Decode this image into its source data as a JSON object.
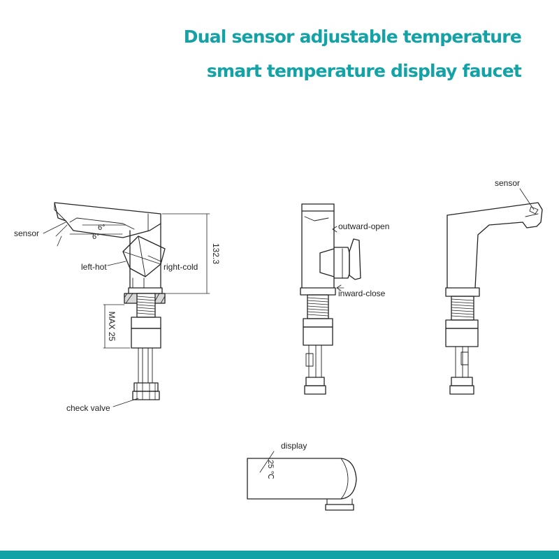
{
  "header": {
    "title_line1": "Dual sensor adjustable temperature",
    "title_line2": "smart temperature display faucet"
  },
  "colors": {
    "accent": "#13a2a5",
    "line": "#222222"
  },
  "side_view": {
    "label_sensor": "sensor",
    "label_left_hot": "left-hot",
    "label_right_cold": "right-cold",
    "label_check_valve": "check valve",
    "angle_top": "6°",
    "angle_bottom": "6°",
    "dimension_height": "132.3",
    "dimension_max": "MAX  25"
  },
  "front_view": {
    "label_outward_open": "outward-open",
    "label_inward_close": "inward-close"
  },
  "rear_view": {
    "label_sensor": "sensor"
  },
  "top_view": {
    "label_display": "display",
    "display_reading": "25 ℃"
  }
}
